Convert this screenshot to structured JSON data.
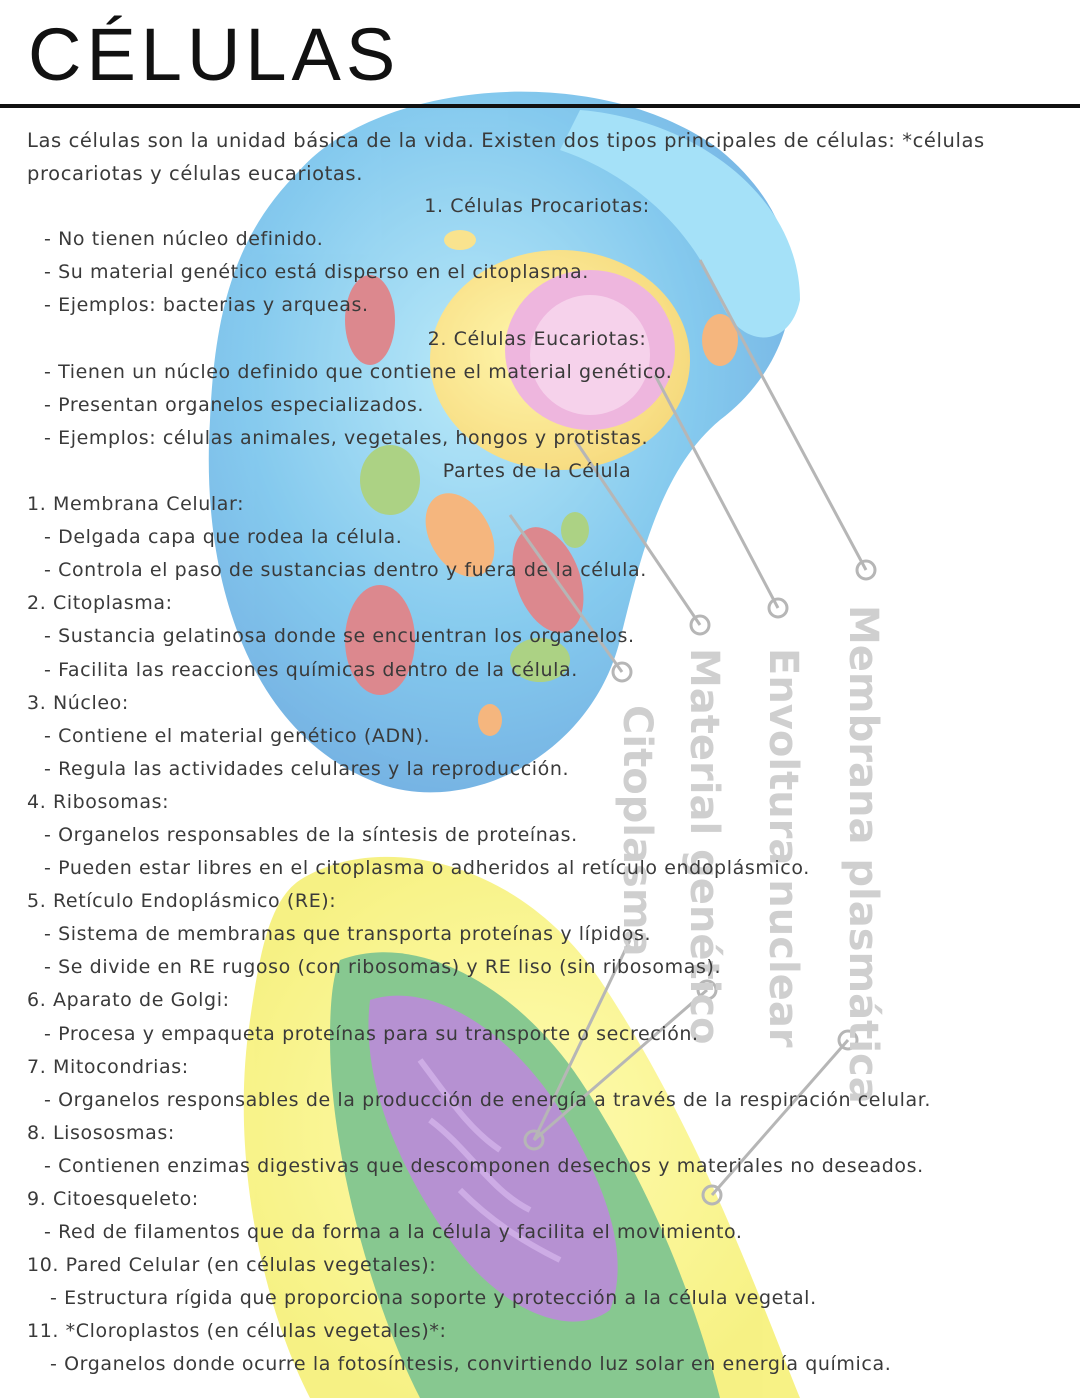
{
  "title": "CÉLULAS",
  "intro": [
    "Las células son la unidad básica de la vida. Existen dos tipos principales de células: *células",
    "procariotas y células eucariotas."
  ],
  "sections": {
    "procariotas_heading": "1. Células Procariotas:",
    "procariotas": [
      "- No tienen núcleo definido.",
      "- Su material genético está disperso en el citoplasma.",
      "- Ejemplos: bacterias y arqueas."
    ],
    "eucariotas_heading": "2. Células Eucariotas:",
    "eucariotas": [
      "- Tienen un núcleo definido que contiene el material genético.",
      "- Presentan organelos especializados.",
      "- Ejemplos: células animales, vegetales, hongos y protistas."
    ],
    "partes_heading": "Partes de la Célula"
  },
  "parts": [
    {
      "name": "1. Membrana Celular:",
      "points": [
        "- Delgada capa que rodea la célula.",
        "- Controla el paso de sustancias dentro y fuera de la célula."
      ]
    },
    {
      "name": "2. Citoplasma:",
      "points": [
        "- Sustancia gelatinosa donde se encuentran los organelos.",
        "- Facilita las reacciones químicas dentro de la célula."
      ]
    },
    {
      "name": "3. Núcleo:",
      "points": [
        "- Contiene el material genético (ADN).",
        "- Regula las actividades celulares y la reproducción."
      ]
    },
    {
      "name": "4. Ribosomas:",
      "points": [
        "- Organelos responsables de la síntesis de proteínas.",
        "- Pueden estar libres en el citoplasma o adheridos al retículo endoplásmico."
      ]
    },
    {
      "name": "5. Retículo Endoplásmico (RE):",
      "points": [
        "- Sistema de membranas que transporta proteínas y lípidos.",
        "- Se divide en RE rugoso (con ribosomas) y RE liso (sin ribosomas)."
      ]
    },
    {
      "name": "6. Aparato de Golgi:",
      "points": [
        "- Procesa y empaqueta proteínas para su transporte o secreción."
      ]
    },
    {
      "name": "7. Mitocondrias:",
      "points": [
        "- Organelos responsables de la producción de energía a través de la respiración celular."
      ]
    },
    {
      "name": "8. Lisososmas:",
      "points": [
        "- Contienen enzimas digestivas que descomponen desechos y materiales no deseados."
      ]
    },
    {
      "name": "9. Citoesqueleto:",
      "points": [
        "- Red de filamentos que da forma a la célula y facilita el movimiento."
      ]
    },
    {
      "name": "10. Pared Celular (en células vegetales):",
      "points": [
        "- Estructura rígida que proporciona soporte y protección a la célula vegetal."
      ]
    },
    {
      "name": "11. *Cloroplastos (en células vegetales)*:",
      "points": [
        "- Organelos donde ocurre la fotosíntesis, convirtiendo luz solar en energía química."
      ]
    }
  ],
  "diagram_labels": [
    "Membrana plasmática",
    "Envoltura nuclear",
    "Material genético",
    "Citoplasma"
  ],
  "colors": {
    "cell_blue": "#2f9fe0",
    "cell_light_blue": "#7fd4f2",
    "nucleus_yellow": "#f6e25a",
    "nucleus_pink": "#e889c8",
    "bacteria_yellow": "#f4f04a",
    "bacteria_green": "#3fa84d",
    "bacteria_purple": "#8a4fb8",
    "organelle_red": "#c8404a",
    "organelle_orange": "#f08a30",
    "organelle_green": "#7ab83a"
  }
}
